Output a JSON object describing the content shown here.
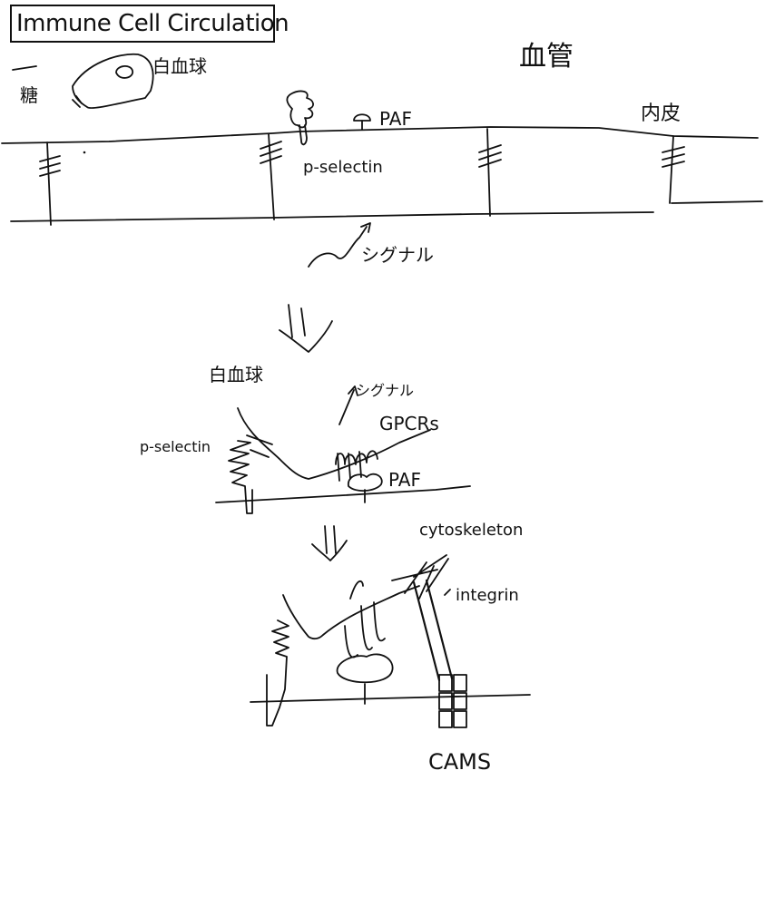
{
  "title": "Immune Cell Circulation",
  "labels": {
    "sugar": "糖",
    "leukocyte_top": "白血球",
    "blood_vessel": "血管",
    "endothelium": "内皮",
    "paf_top": "PAF",
    "p_selectin_top": "p-selectin",
    "signal_top": "シグナル",
    "leukocyte_mid": "白血球",
    "signal_mid": "シグナル",
    "gpcrs": "GPCRs",
    "p_selectin_mid": "p-selectin",
    "paf_mid": "PAF",
    "cytoskeleton": "cytoskeleton",
    "integrin": "integrin",
    "cams": "CAMS"
  }
}
